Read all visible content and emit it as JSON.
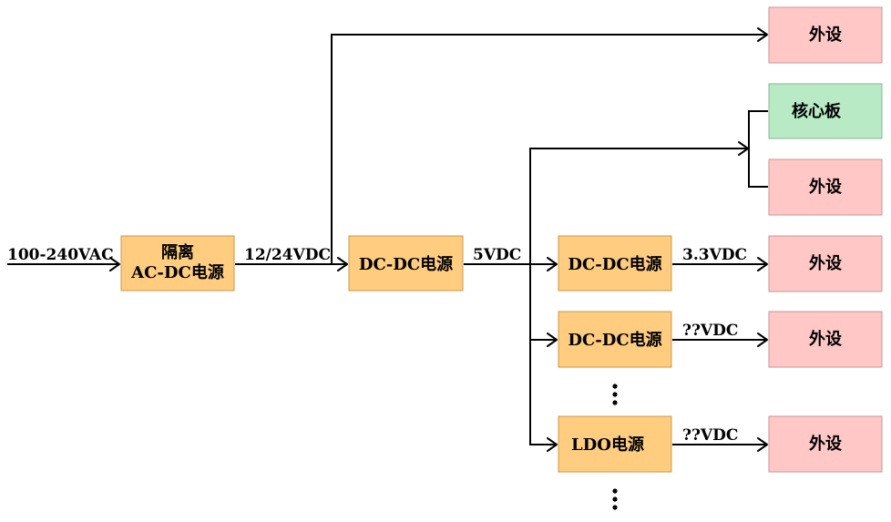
{
  "diagram": {
    "input_label": "100-240VAC",
    "isolated_psu": {
      "line1": "隔离",
      "line2": "AC-DC电源"
    },
    "bus_label_1": "12/24VDC",
    "dcdc_main": "DC-DC电源",
    "bus_label_2": "5VDC",
    "dcdc_3v3": "DC-DC电源",
    "label_3v3": "3.3VDC",
    "dcdc_xx": "DC-DC电源",
    "label_xx_1": "??VDC",
    "ldo": "LDO电源",
    "label_xx_2": "??VDC",
    "peripheral": "外设",
    "core_board": "核心板"
  },
  "colors": {
    "converter_fill": "#FFCC80",
    "peripheral_fill": "#FFC7C6",
    "core_fill": "#B8EAC6"
  }
}
